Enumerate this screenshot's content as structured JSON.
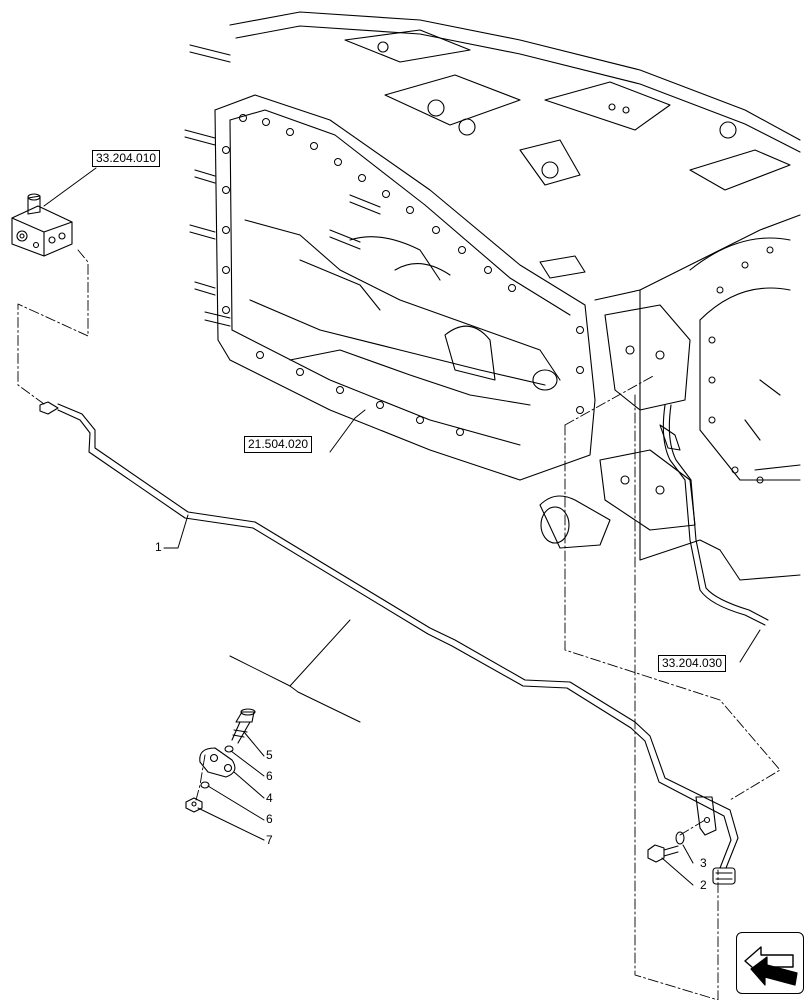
{
  "references": {
    "valve_block": "33.204.010",
    "chassis": "21.504.020",
    "rear_pipe": "33.204.030"
  },
  "callouts": {
    "pipe": "1",
    "screw_rear": "2",
    "washer_rear": "3",
    "clamp": "4",
    "bolt": "5",
    "washer_upper": "6",
    "washer_lower": "6",
    "nut": "7"
  },
  "icons": {
    "navigation": "next-page-arrow-icon"
  },
  "colors": {
    "line": "#000000",
    "background": "#ffffff"
  }
}
